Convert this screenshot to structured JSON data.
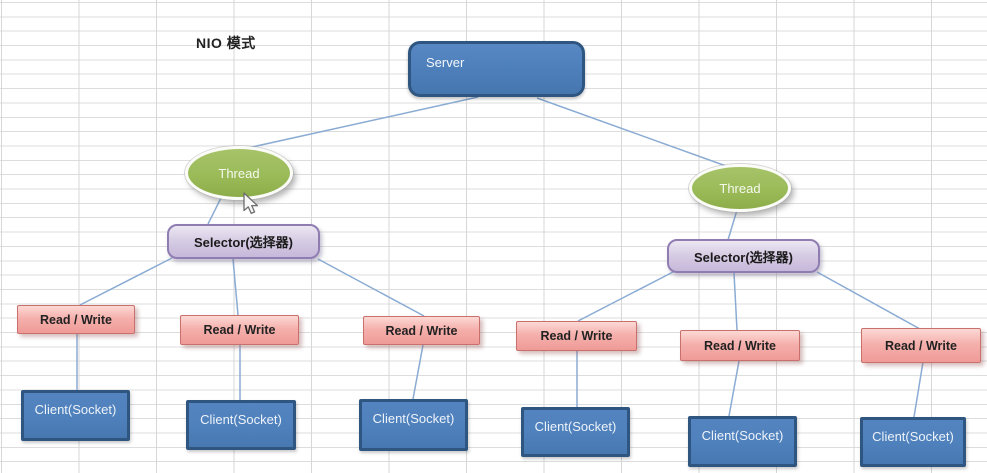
{
  "title": "NIO 模式",
  "colors": {
    "server_fill": "#4f81bd",
    "server_border": "#2e5681",
    "thread_fill": "#9bbb59",
    "thread_border": "#ffffff",
    "selector_fill": "#cdc0de",
    "selector_border": "#8f7db2",
    "read_write_fill": "#f3a29e",
    "read_write_border": "#c96f6c",
    "client_fill": "#4f81bd",
    "client_border": "#2e5681",
    "connector": "#8aabd3",
    "grid_line": "#d9d9d9",
    "canvas_bg": "#ffffff"
  },
  "diagram": {
    "server": {
      "label": "Server"
    },
    "threads": [
      {
        "label": "Thread"
      },
      {
        "label": "Thread"
      }
    ],
    "selectors": [
      {
        "label": "Selector(选择器)"
      },
      {
        "label": "Selector(选择器)"
      }
    ],
    "read_writes": [
      {
        "label": "Read / Write"
      },
      {
        "label": "Read / Write"
      },
      {
        "label": "Read / Write"
      },
      {
        "label": "Read / Write"
      },
      {
        "label": "Read / Write"
      },
      {
        "label": "Read / Write"
      }
    ],
    "clients": [
      {
        "label": "Client(Socket)"
      },
      {
        "label": "Client(Socket)"
      },
      {
        "label": "Client(Socket)"
      },
      {
        "label": "Client(Socket)"
      },
      {
        "label": "Client(Socket)"
      },
      {
        "label": "Client(Socket)"
      }
    ]
  }
}
